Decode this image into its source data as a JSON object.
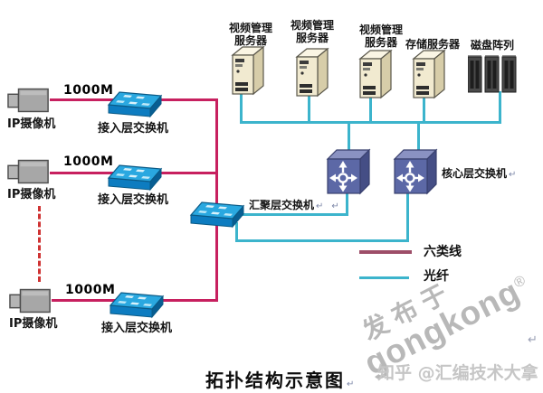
{
  "title": {
    "text": "拓扑结构示意图"
  },
  "marks": {
    "ret": "↵"
  },
  "servers": {
    "video1_line1": "视频管理",
    "video1_line2": "服务器",
    "video2_line1": "视频管理",
    "video2_line2": "服务器",
    "video3_line1": "视频管理",
    "video3_line2": "服务器",
    "storage_label": "存储服务器",
    "disk_array_label": "磁盘阵列"
  },
  "rows": {
    "row1": {
      "camera": "IP摄像机",
      "speed": "1000M",
      "switch": "接入层交换机"
    },
    "row2": {
      "camera": "IP摄像机",
      "speed": "1000M",
      "switch": "接入层交换机"
    },
    "row3": {
      "camera": "IP摄像机",
      "speed": "1000M",
      "switch": "接入层交换机"
    }
  },
  "switches": {
    "aggregation_label": "汇聚层交换机",
    "core_label": "核心层交换机"
  },
  "legend": {
    "cat6_label": "六类线",
    "fiber_label": "光纤"
  },
  "watermark": {
    "publisher_line1": "发布于",
    "brand": "gongkong",
    "registered": "®",
    "zhihu_credit": "知乎 @汇编技术大拿"
  },
  "colors": {
    "cat6_line": "#c7205f",
    "fiber_line": "#3cb4cc",
    "legend_cat6": "#9d4e68",
    "ellipsis_dashed": "#cf3333",
    "access_switch_blue": "#2aa8e0",
    "core_switch_blue": "#5c68a6",
    "server_beige": "#f1ead0",
    "watermark_gray": "#b8b8b8"
  }
}
